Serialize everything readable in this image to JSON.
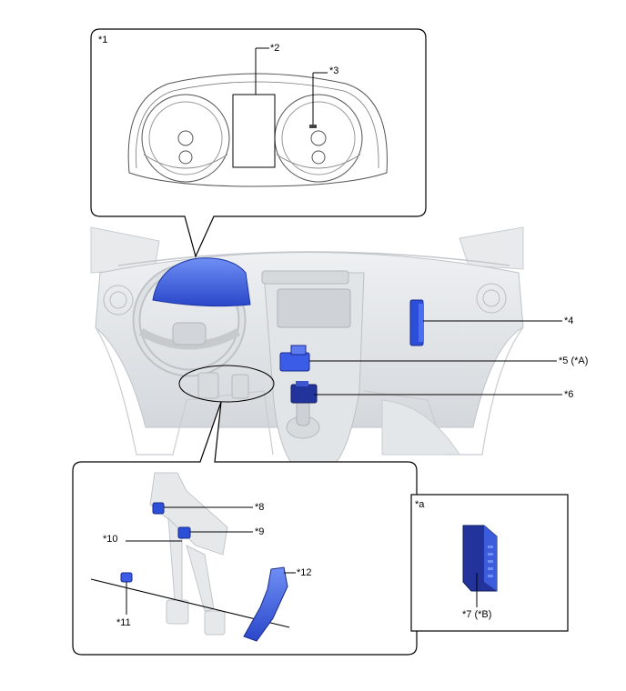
{
  "diagram": {
    "cluster_callout": {
      "label": "*1",
      "parts": [
        {
          "id": "display",
          "label": "*2"
        },
        {
          "id": "indicator",
          "label": "*3"
        }
      ]
    },
    "dashboard_parts": [
      {
        "id": "glovebox-ecu",
        "label": "*4"
      },
      {
        "id": "center-ecu",
        "label": "*5 (*A)"
      },
      {
        "id": "console-ecu",
        "label": "*6"
      }
    ],
    "pedal_callout": {
      "parts": [
        {
          "id": "pedal-upper",
          "label": "*8"
        },
        {
          "id": "pedal-mid",
          "label": "*9"
        },
        {
          "id": "pedal-left",
          "label": "*10"
        },
        {
          "id": "pedal-floor",
          "label": "*11"
        },
        {
          "id": "accel-sensor",
          "label": "*12"
        }
      ]
    },
    "inset_callout": {
      "label": "*a",
      "part_label": "*7 (*B)"
    },
    "colors": {
      "line": "#000000",
      "component_blue": "#2c4fd8",
      "component_dark": "#1a2a8c",
      "ghost_gray": "#d9dcdf",
      "ghost_stroke": "#b8bcc0"
    }
  }
}
